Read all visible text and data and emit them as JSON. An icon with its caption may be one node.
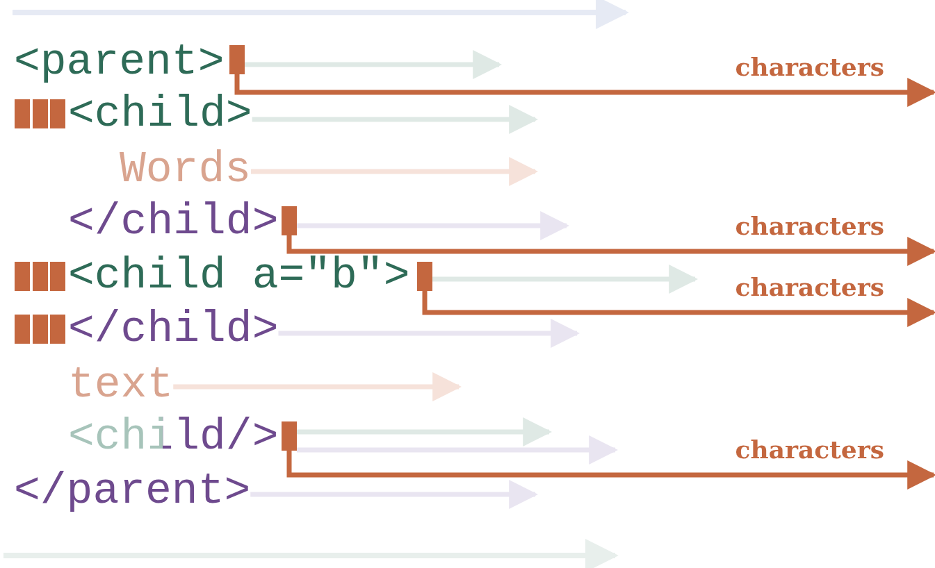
{
  "diagram": {
    "nodes": [
      {
        "text": [
          "<parent>"
        ]
      },
      {
        "text": [],
        "shape": "bar"
      },
      {
        "text": [],
        "shape": "bar"
      },
      {
        "text": [],
        "shape": "bar"
      },
      {
        "text": [],
        "shape": "bar"
      },
      {
        "text": [
          "<child>"
        ]
      },
      {
        "text": [
          "Words"
        ]
      },
      {
        "text": [
          "</child>"
        ]
      },
      {
        "text": [],
        "shape": "bar"
      },
      {
        "text": [],
        "shape": "bar"
      },
      {
        "text": [],
        "shape": "bar"
      },
      {
        "text": [],
        "shape": "bar"
      },
      {
        "text": [
          "<child a=\"b\">"
        ]
      },
      {
        "text": [],
        "shape": "bar"
      },
      {
        "text": [],
        "shape": "bar"
      },
      {
        "text": [],
        "shape": "bar"
      },
      {
        "text": [],
        "shape": "bar"
      },
      {
        "text": [
          "</child>"
        ]
      },
      {
        "text": [
          "text"
        ]
      },
      {
        "text": [
          "<child/>"
        ]
      },
      {
        "text": [],
        "shape": "bar"
      },
      {
        "text": [
          "</parent>"
        ]
      }
    ],
    "edges": [
      {
        "from": 1,
        "to": null,
        "arrow": "to",
        "color": "#dfe9e5"
      },
      {
        "from": 1,
        "to": null,
        "arrow": "to",
        "label": "characters",
        "color": "#c4673f"
      },
      {
        "from": 5,
        "to": null,
        "arrow": "to",
        "color": "#dfe9e5"
      },
      {
        "from": 6,
        "to": null,
        "arrow": "to",
        "color": "#f6e2da"
      },
      {
        "from": 8,
        "to": null,
        "arrow": "to",
        "color": "#e9e5f1"
      },
      {
        "from": 8,
        "to": null,
        "arrow": "to",
        "label": "characters",
        "color": "#c4673f"
      },
      {
        "from": 13,
        "to": null,
        "arrow": "to",
        "color": "#dfe9e5"
      },
      {
        "from": 13,
        "to": null,
        "arrow": "to",
        "label": "characters",
        "color": "#c4673f"
      },
      {
        "from": 17,
        "to": null,
        "arrow": "to",
        "color": "#e9e5f1"
      },
      {
        "from": 18,
        "to": null,
        "arrow": "to",
        "color": "#f6e2da"
      },
      {
        "from": 20,
        "to": null,
        "arrow": "to",
        "color": "#dfe9e5"
      },
      {
        "from": 20,
        "to": null,
        "arrow": "to",
        "color": "#e9e5f1"
      },
      {
        "from": 20,
        "to": null,
        "arrow": "to",
        "label": "characters",
        "color": "#c4673f"
      },
      {
        "from": 21,
        "to": null,
        "arrow": "to",
        "color": "#e9e5f1"
      }
    ]
  }
}
